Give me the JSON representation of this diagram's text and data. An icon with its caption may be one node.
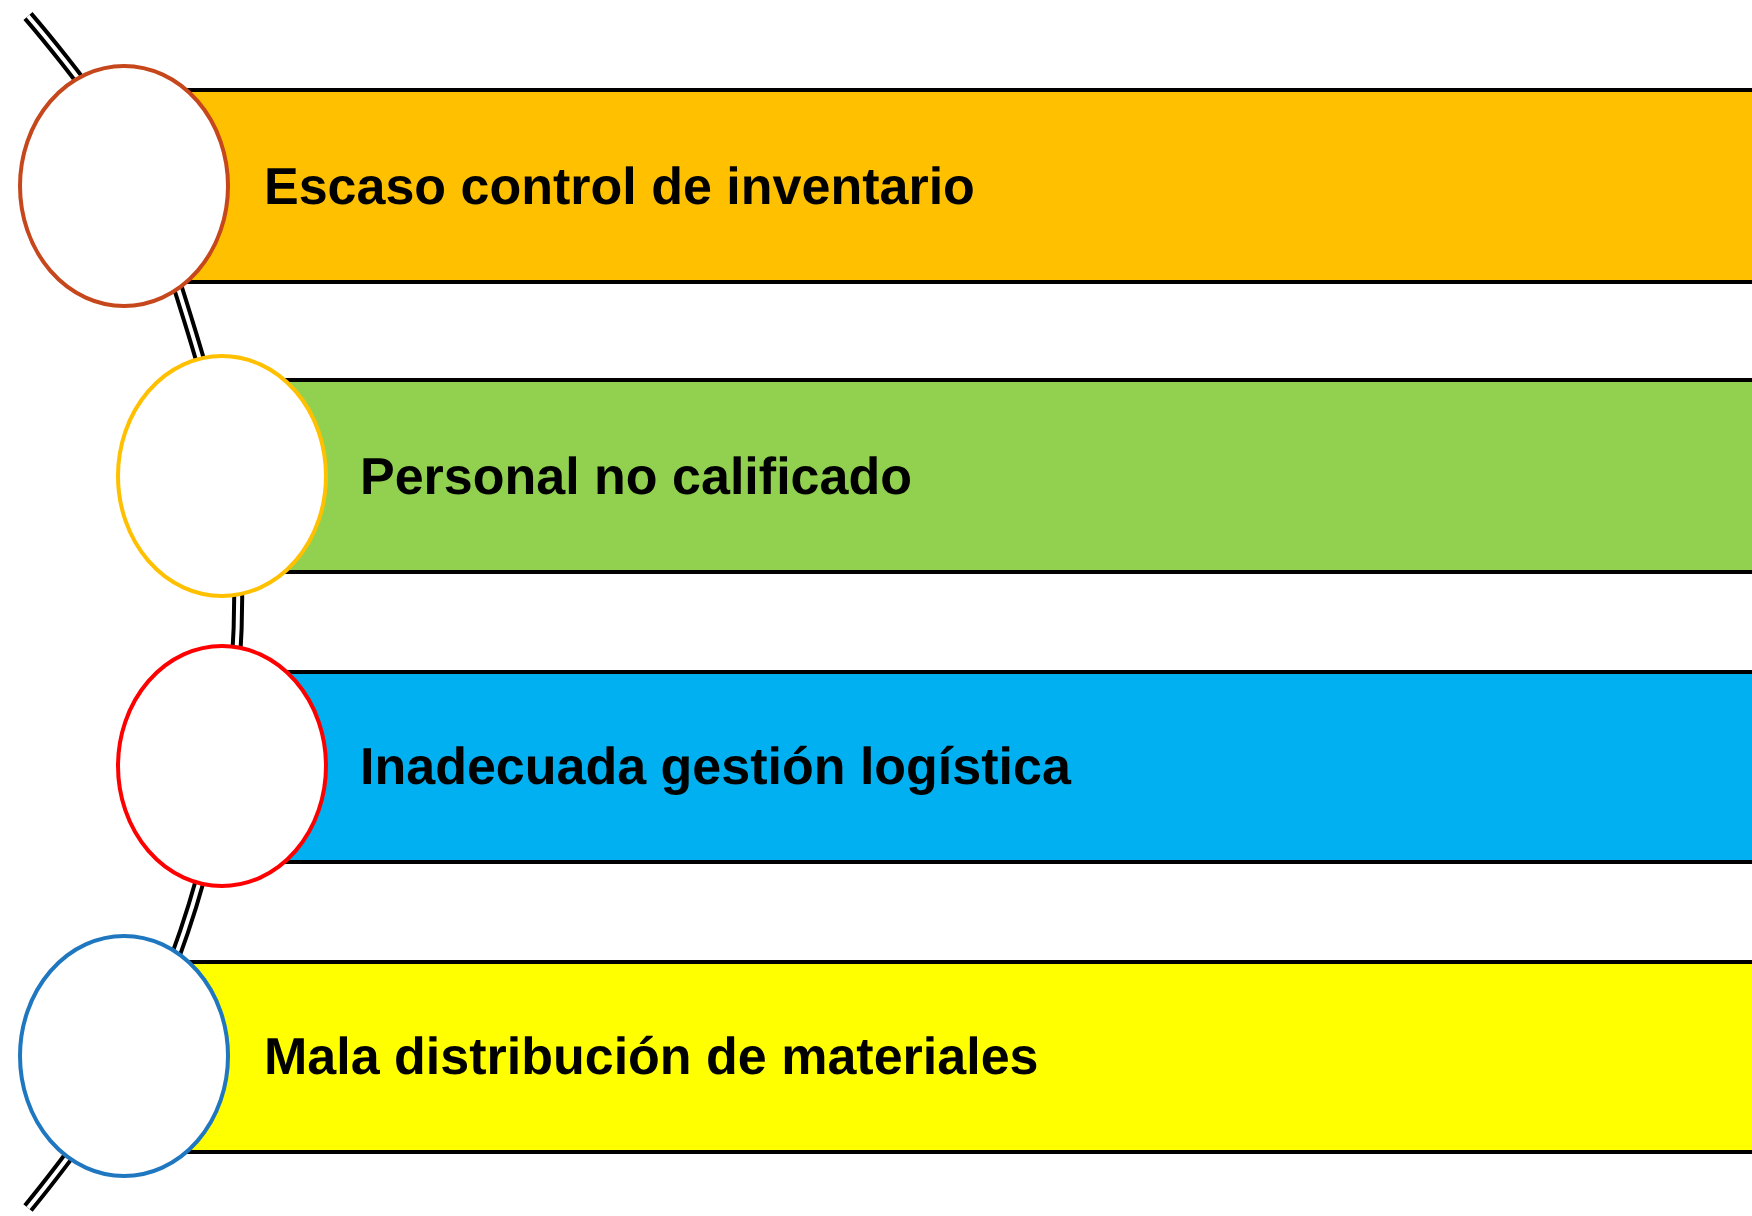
{
  "diagram": {
    "nodes": [
      {
        "text": [
          "Escaso control de inventario"
        ]
      },
      {
        "text": [],
        "shape": "circle"
      },
      {
        "text": [
          "Personal no calificado"
        ]
      },
      {
        "text": [],
        "shape": "circle"
      },
      {
        "text": [
          "Inadecuada gestión logística"
        ]
      },
      {
        "text": [],
        "shape": "circle"
      },
      {
        "text": [
          "Mala distribución de materiales"
        ]
      },
      {
        "text": [],
        "shape": "circle"
      }
    ]
  }
}
